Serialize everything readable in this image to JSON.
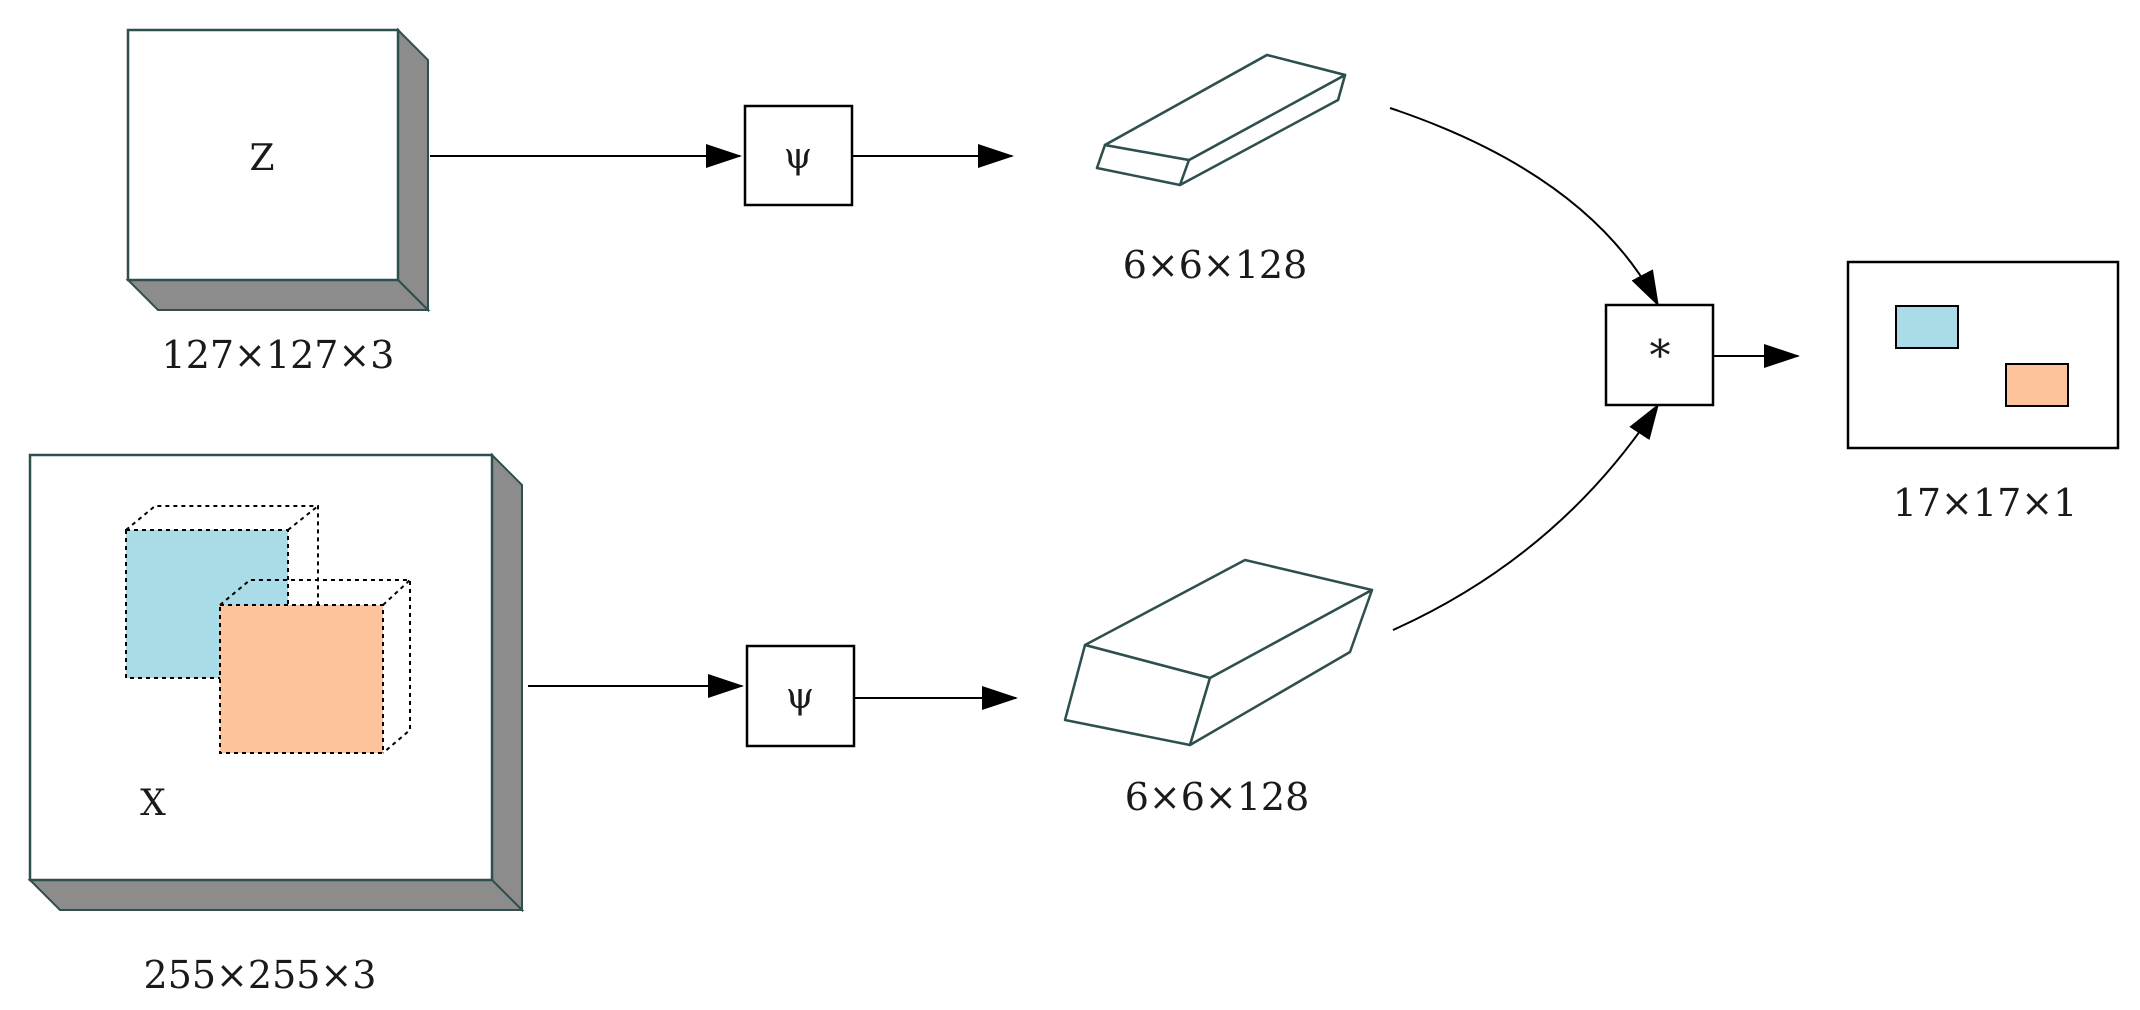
{
  "template": {
    "letter": "Z",
    "size_label": "127×127×3"
  },
  "search": {
    "letter": "X",
    "size_label": "255×255×3"
  },
  "embedding": {
    "symbol": "ψ"
  },
  "template_feature": {
    "size_label": "6×6×128"
  },
  "search_feature": {
    "size_label": "6×6×128"
  },
  "correlation": {
    "symbol": "*"
  },
  "score_map": {
    "size_label": "17×17×1"
  },
  "colors": {
    "cube_front_fill": "#ffffff",
    "cube_stroke": "#2f4f4f",
    "cube_shadow": "#8c8c8c",
    "highlight_blue": "#a9dce6",
    "highlight_orange": "#fdc49b",
    "line": "#000000"
  }
}
